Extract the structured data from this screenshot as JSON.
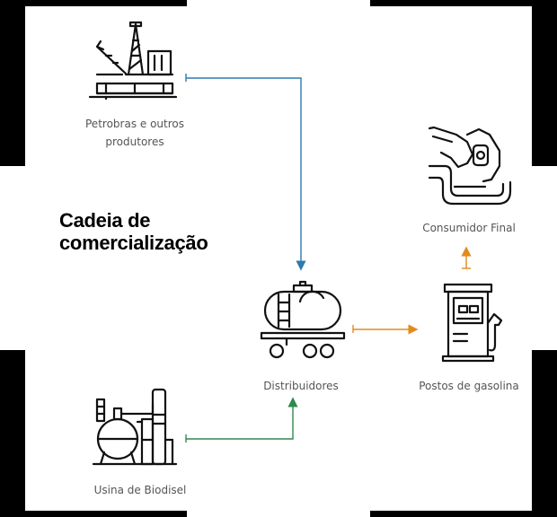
{
  "title": {
    "line1": "Cadeia de",
    "line2": "comercialização"
  },
  "nodes": {
    "producers": "Petrobras e outros produtores",
    "distributors": "Distribuidores",
    "gas_stations": "Postos de gasolina",
    "final_consumer": "Consumidor Final",
    "biodiesel_plant": "Usina de Biodisel"
  },
  "colors": {
    "producers_to_distributors": "#2e79ad",
    "biodiesel_to_distributors": "#2e8a4e",
    "distributors_to_stations": "#e38a1c",
    "stations_to_consumer": "#e38a1c"
  },
  "icons": {
    "producers": "oil-rig-icon",
    "distributors": "tanker-truck-icon",
    "gas_stations": "fuel-pump-icon",
    "final_consumer": "fuel-nozzle-icon",
    "biodiesel_plant": "refinery-plant-icon"
  }
}
